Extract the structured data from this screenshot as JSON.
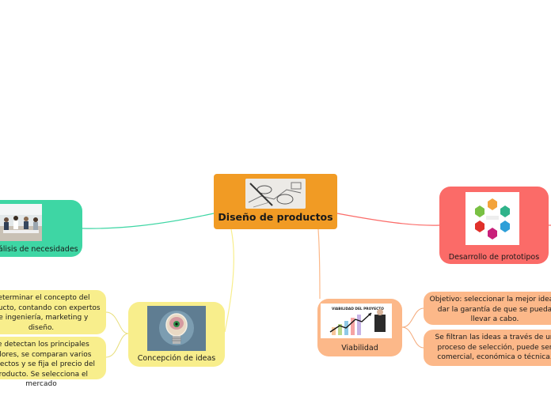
{
  "central": {
    "title": "Diseño de productos"
  },
  "nodes": {
    "needs": {
      "label": "Análisis de necesidades"
    },
    "prototypes": {
      "label": "Desarrollo de prototipos"
    },
    "ideas": {
      "label": "Concepción de ideas"
    },
    "viability": {
      "label": "Viabilidad",
      "image_text": "VIABILIDAD DEL PROYECTO"
    }
  },
  "leaves": {
    "ideas_1": "Determinar el concepto del producto, contando con expertos de ingeniería, marketing y diseño.",
    "ideas_2": "Se detectan los principales valores, se comparan varios aspectos y se fija el precio del producto. Se selecciona el mercado",
    "viability_1": "Objetivo: seleccionar la mejor idea y dar la garantía de que se pueda llevar a cabo.",
    "viability_2": "Se filtran las ideas a través de un proceso de selección, puede ser comercial, económica o técnica."
  },
  "colors": {
    "central": "#f19b24",
    "needs": "#3ed6a4",
    "prototypes": "#fb6b68",
    "ideas": "#f8ee8c",
    "viability": "#fcb889"
  }
}
